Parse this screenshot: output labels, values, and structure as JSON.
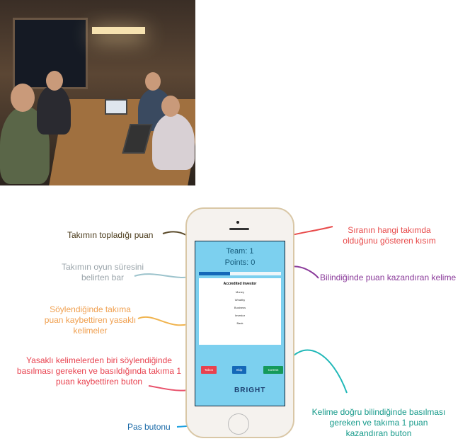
{
  "photo": {
    "description_free": true
  },
  "phone": {
    "team_label": "Team: 1",
    "points_label": "Points: 0",
    "timer_progress": 0.38,
    "card_title": "Accredited Investor",
    "taboo_words": [
      "Money",
      "Wealthy",
      "Business",
      "Investor",
      "Bank"
    ],
    "buttons": {
      "taboo": "Taboo",
      "skip": "Skip",
      "correct": "Correct"
    },
    "logo": "BRIGHT",
    "colors": {
      "screen": "#7cd0ef",
      "taboo": "#e8424f",
      "skip": "#1468b8",
      "correct": "#15995a"
    }
  },
  "annotations": {
    "points": "Takımın topladığı puan",
    "timer": "Takımın oyun süresini belirten bar",
    "taboo_words": "Söylendiğinde takıma puan kaybettiren yasaklı kelimeler",
    "taboo_button": "Yasaklı kelimelerden biri söylendiğinde basılması gereken ve basıldığında takıma 1 puan kaybettiren buton",
    "skip_button": "Pas butonu",
    "team": "Sıranın hangi takımda olduğunu gösteren kısım",
    "word": "Bilindiğinde puan kazandıran kelime",
    "correct_button": "Kelime doğru bilindiğinde basılması gereken ve takıma 1 puan kazandıran buton"
  }
}
